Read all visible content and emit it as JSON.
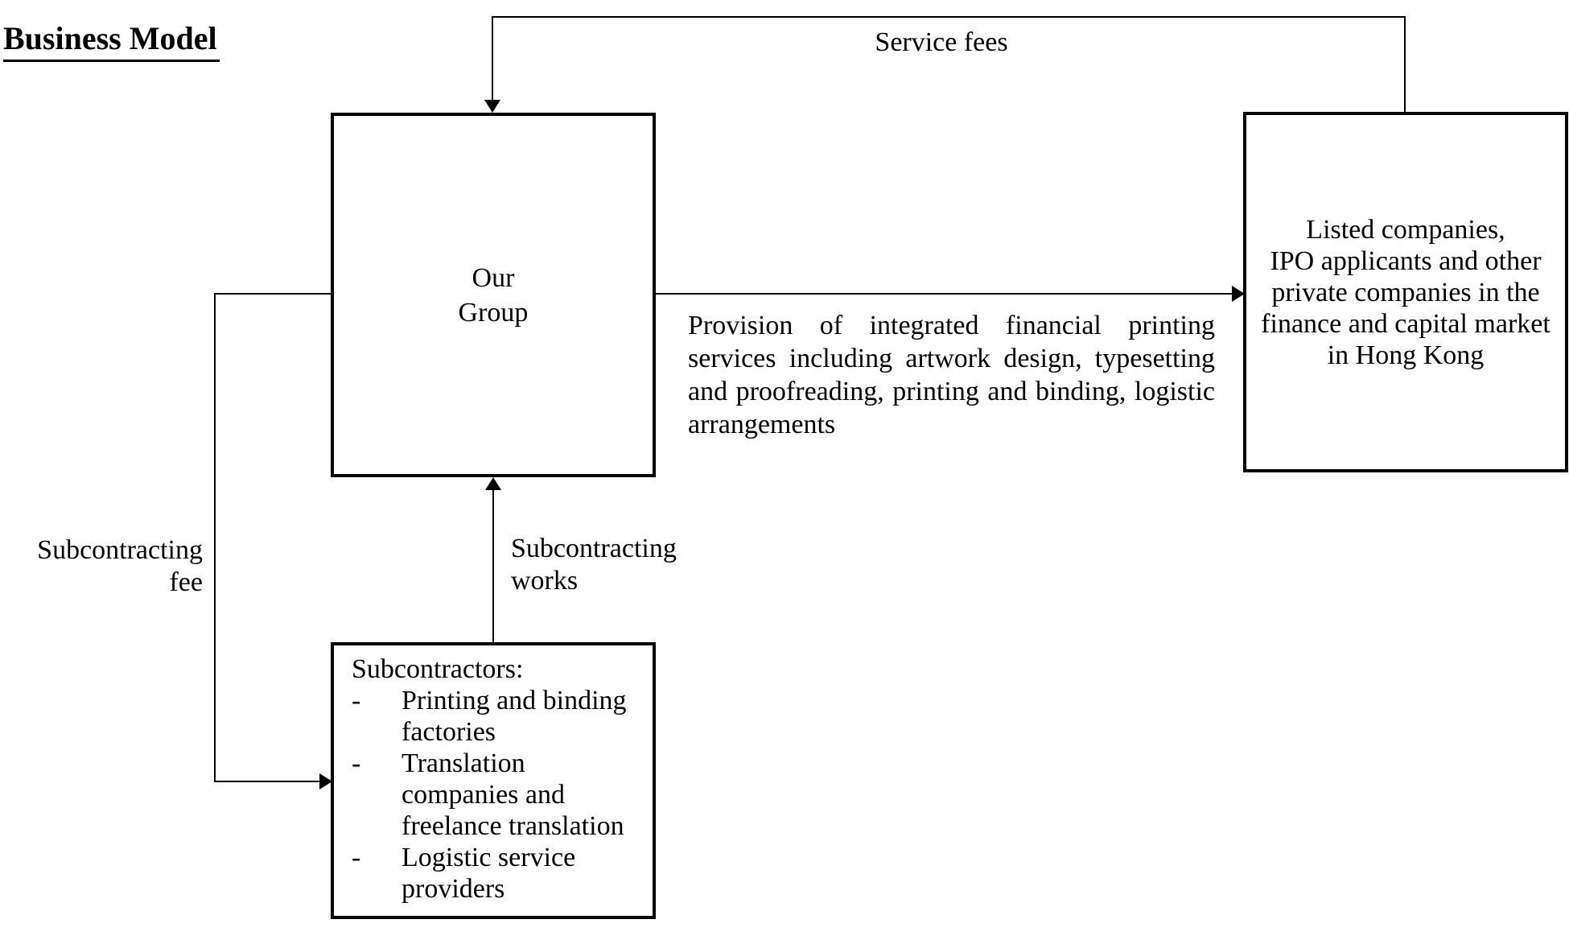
{
  "title": "Business Model",
  "nodes": {
    "our_group": {
      "label": "Our\nGroup"
    },
    "clients": {
      "label": "Listed companies,\nIPO applicants and other\nprivate companies in the\nfinance and capital market\nin Hong Kong"
    },
    "subcontractors": {
      "heading": "Subcontractors:",
      "bullet": "-",
      "items": [
        "Printing and binding\nfactories",
        "Translation\ncompanies and\nfreelance translation",
        "Logistic service\nproviders"
      ]
    }
  },
  "edges": {
    "service_fees": {
      "label": "Service fees"
    },
    "provision": {
      "label": "Provision of integrated financial printing services including artwork design, typesetting and proofreading, printing and binding, logistic arrangements"
    },
    "subcontracting_fee": {
      "label": "Subcontracting\nfee"
    },
    "subcontracting_works": {
      "label": "Subcontracting\nworks"
    }
  },
  "colors": {
    "line": "#000000",
    "text": "#000000",
    "background": "#ffffff"
  }
}
